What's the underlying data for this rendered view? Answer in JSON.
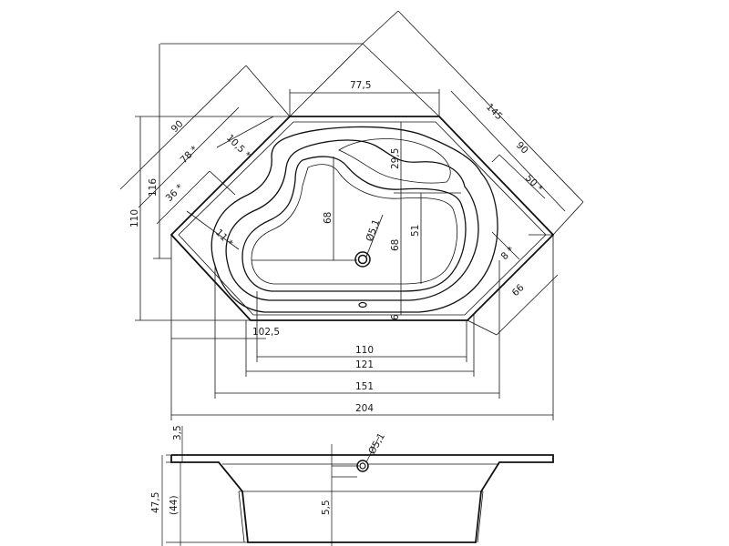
{
  "top_view": {
    "dims": {
      "d_77_5": "77,5",
      "d_145": "145",
      "d_90_right": "90",
      "d_50_right": "50 *",
      "d_8": "8 *",
      "d_66": "66",
      "d_90_left": "90",
      "d_78": "78 *",
      "d_10_5": "10,5 *",
      "d_36": "36 *",
      "d_11": "11 *",
      "d_116": "116",
      "d_110_left": "110",
      "d_29_5": "29,5",
      "d_68_left": "68",
      "d_5_1": "Ø5,1",
      "d_68_center": "68",
      "d_51": "51",
      "d_6": "6",
      "d_102_5": "102,5",
      "d_110_bottom": "110",
      "d_121": "121",
      "d_151": "151",
      "d_204": "204"
    }
  },
  "side_view": {
    "dims": {
      "d_3_5": "3,5",
      "d_47_5": "47,5",
      "d_44": "(44)",
      "d_5_1": "Ø5,1",
      "d_5_5": "5,5"
    }
  }
}
